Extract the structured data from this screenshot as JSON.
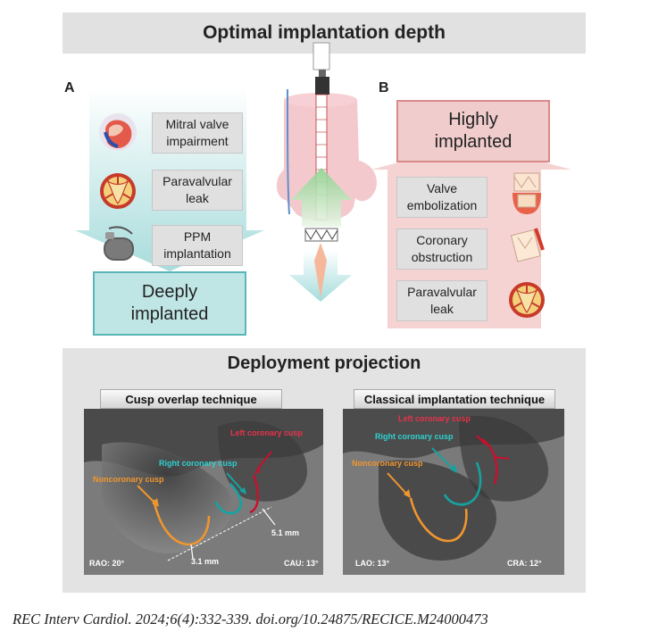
{
  "title": "Optimal implantation depth",
  "panel_a": {
    "letter": "A",
    "items": [
      {
        "label": "Mitral valve impairment",
        "icon": "heart-icon"
      },
      {
        "label": "Paravalvular leak",
        "icon": "valve-icon"
      },
      {
        "label": "PPM implantation",
        "icon": "pacemaker-icon"
      }
    ],
    "outcome": "Deeply implanted",
    "color": "#bfe5e5"
  },
  "panel_b": {
    "letter": "B",
    "outcome": "Highly implanted",
    "items": [
      {
        "label": "Valve embolization",
        "icon": "embolized-valve-icon"
      },
      {
        "label": "Coronary obstruction",
        "icon": "coronary-obstruction-icon"
      },
      {
        "label": "Paravalvular leak",
        "icon": "valve-icon"
      }
    ],
    "color": "#f0cccc"
  },
  "deployment": {
    "title": "Deployment projection",
    "cusp_overlap": {
      "title": "Cusp overlap technique",
      "left_label": "Left coronary cusp",
      "right_label": "Right coronary cusp",
      "non_label": "Noncoronary cusp",
      "measure_1": "3.1 mm",
      "measure_2": "5.1 mm",
      "angle_1": "RAO: 20°",
      "angle_2": "CAU: 13°"
    },
    "classical": {
      "title": "Classical implantation technique",
      "left_label": "Left coronary cusp",
      "right_label": "Right coronary cusp",
      "non_label": "Noncoronary cusp",
      "angle_1": "LAO: 13°",
      "angle_2": "CRA: 12°"
    }
  },
  "colors": {
    "left_cusp": "#c8102e",
    "right_cusp": "#17a2a2",
    "non_cusp": "#f0962e"
  },
  "citation": "REC Interv Cardiol. 2024;6(4):332-339. doi.org/10.24875/RECICE.M24000473"
}
